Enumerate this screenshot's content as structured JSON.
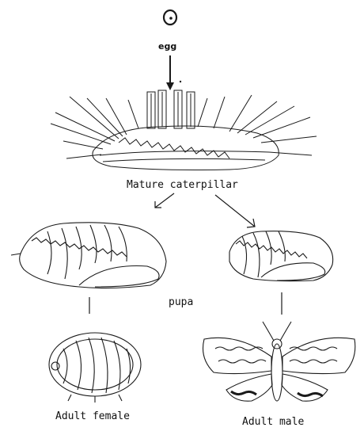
{
  "labels": {
    "egg": "egg",
    "mature_caterpillar": "Mature caterpillar",
    "pupa": "pupa",
    "adult_female": "Adult female",
    "adult_male": "Adult male"
  },
  "colors": {
    "ink": "#1a1a1a",
    "background": "#ffffff"
  }
}
